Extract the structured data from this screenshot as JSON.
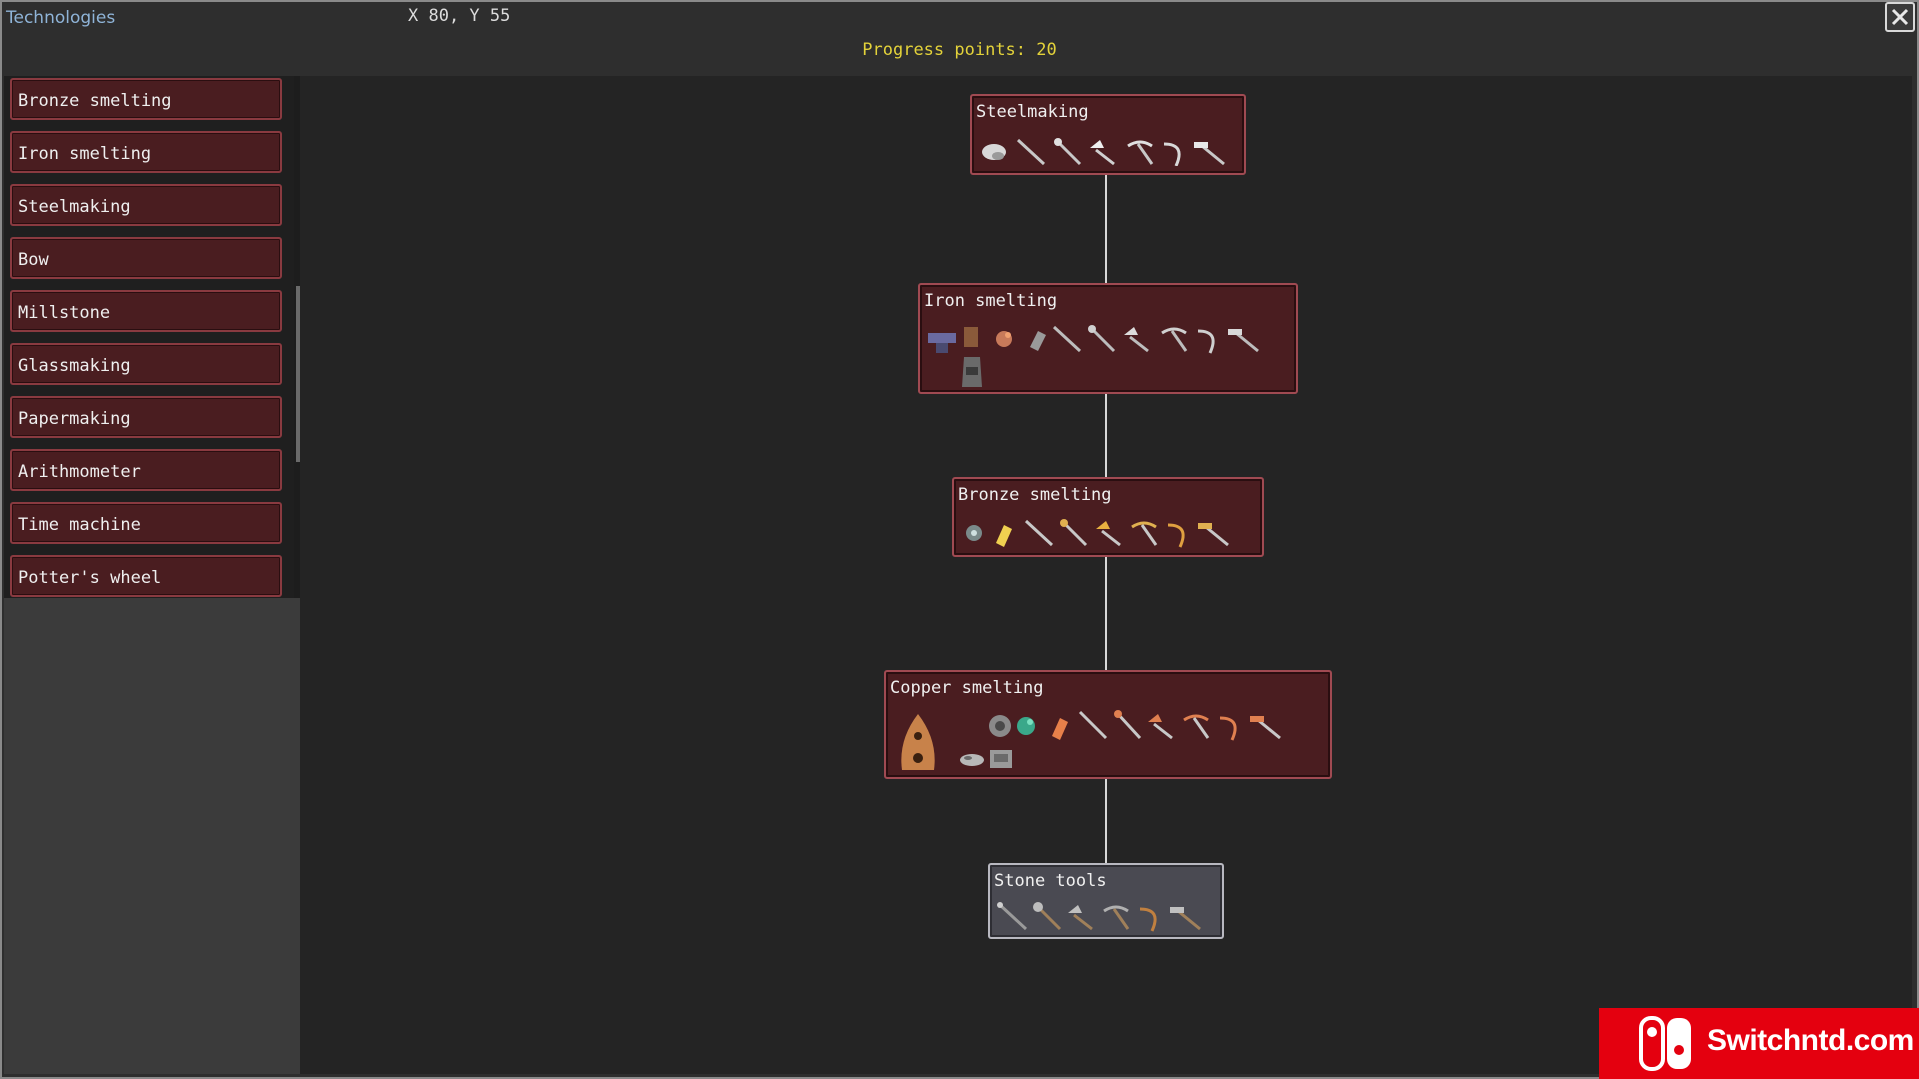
{
  "window": {
    "title": "Technologies",
    "coords": "X 80, Y 55",
    "progress": "Progress points: 20"
  },
  "sidebar": {
    "items": [
      {
        "label": "Bronze smelting"
      },
      {
        "label": "Iron smelting"
      },
      {
        "label": "Steelmaking"
      },
      {
        "label": "Bow"
      },
      {
        "label": "Millstone"
      },
      {
        "label": "Glassmaking"
      },
      {
        "label": "Papermaking"
      },
      {
        "label": "Arithmometer"
      },
      {
        "label": "Time machine"
      },
      {
        "label": "Potter's wheel"
      }
    ]
  },
  "tree": {
    "nodes": [
      {
        "title": "Steelmaking",
        "icons": [
          "steel-ingot-icon",
          "steel-spear-icon",
          "steel-shovel-icon",
          "steel-axe-icon",
          "steel-pickaxe-icon",
          "steel-sickle-icon",
          "steel-hammer-icon"
        ]
      },
      {
        "title": "Iron smelting",
        "icons": [
          "anvil-icon",
          "bellows-icon",
          "iron-ore-icon",
          "iron-ingot-icon",
          "iron-spear-icon",
          "iron-shovel-icon",
          "iron-axe-icon",
          "iron-pickaxe-icon",
          "iron-sickle-icon",
          "iron-hammer-icon",
          "furnace-icon"
        ]
      },
      {
        "title": "Bronze smelting",
        "icons": [
          "tin-ore-icon",
          "bronze-ingot-icon",
          "bronze-spear-icon",
          "bronze-shovel-icon",
          "bronze-axe-icon",
          "bronze-pickaxe-icon",
          "bronze-sickle-icon",
          "bronze-hammer-icon"
        ]
      },
      {
        "title": "Copper smelting",
        "icons": [
          "kiln-icon",
          "gear-icon",
          "copper-ore-icon",
          "copper-ingot-icon",
          "copper-spear-icon",
          "copper-shovel-icon",
          "copper-axe-icon",
          "copper-pickaxe-icon",
          "copper-sickle-icon",
          "copper-hammer-icon",
          "mold-icon",
          "crucible-icon"
        ]
      },
      {
        "title": "Stone tools",
        "icons": [
          "stone-spear-icon",
          "stone-shovel-icon",
          "stone-axe-icon",
          "stone-pickaxe-icon",
          "stone-sickle-icon",
          "stone-hammer-icon"
        ]
      }
    ]
  },
  "watermark": {
    "text": "Switchntd.com"
  },
  "colors": {
    "node_bg": "#4a1d20",
    "node_border": "#a04a52",
    "stone_node_bg": "#4a4a52",
    "progress": "#e3d23a"
  }
}
